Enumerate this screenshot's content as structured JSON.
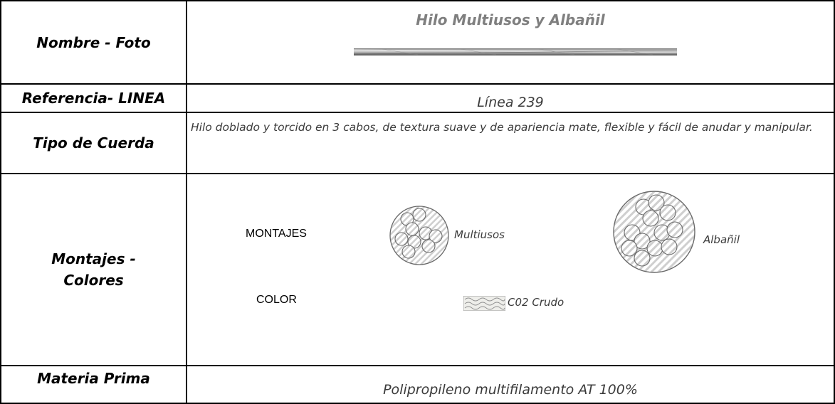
{
  "rows": {
    "nombre": {
      "label": "Nombre - Foto",
      "value": "Hilo Multiusos y Albañil"
    },
    "referencia": {
      "label": "Referencia- LINEA",
      "value": "Línea 239"
    },
    "tipo": {
      "label": "Tipo de Cuerda",
      "value": "Hilo doblado y torcido en 3 cabos, de textura suave y de apariencia mate, flexible y  fácil de anudar y manipular."
    },
    "montajes": {
      "label": "Montajes  - Colores",
      "montajes_heading": "MONTAJES",
      "mount_1": "Multiusos",
      "mount_2": "Albañil",
      "color_heading": "COLOR",
      "color_code": "C02  Crudo"
    },
    "materia": {
      "label": "Materia Prima",
      "value": "Polipropileno multifilamento  AT 100%"
    }
  },
  "icons": [
    "rope-photo-icon",
    "multiusos-cross-section-icon",
    "albanil-cross-section-icon",
    "crudo-swatch-icon"
  ]
}
